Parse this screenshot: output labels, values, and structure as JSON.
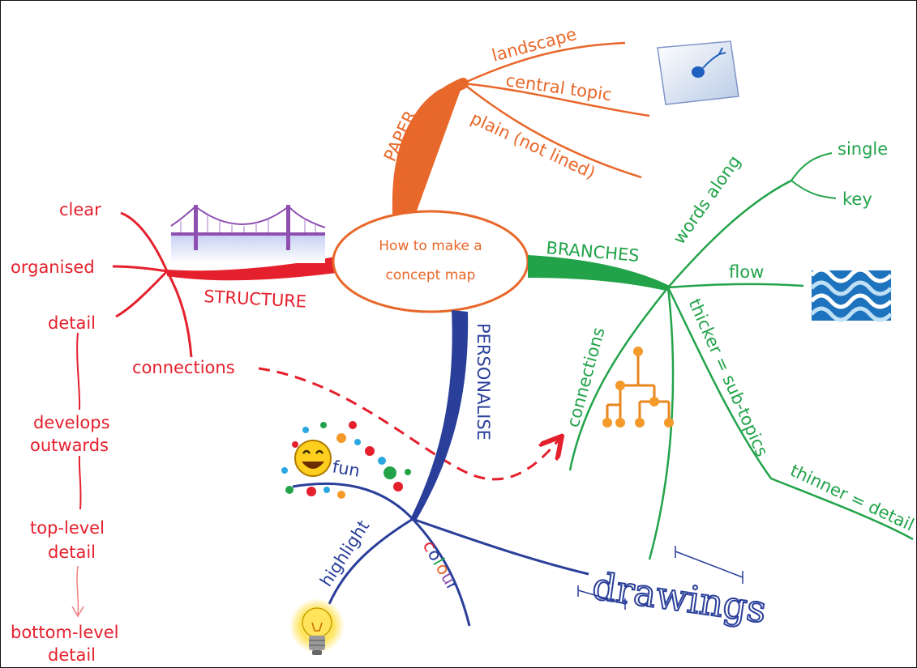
{
  "center": {
    "line1": "How to make a",
    "line2": "concept map"
  },
  "branches": {
    "paper": {
      "label": "PAPER",
      "children": [
        "landscape",
        "central topic",
        "plain (not lined)"
      ],
      "color": "#e8672a"
    },
    "structure": {
      "label": "STRUCTURE",
      "children": [
        "clear",
        "organised",
        "detail",
        "connections"
      ],
      "detail_chain": [
        "develops",
        "outwards",
        "top-level",
        "detail",
        "bottom-level",
        "detail"
      ],
      "color": "#e5202d"
    },
    "branches": {
      "label": "BRANCHES",
      "children": [
        "words along",
        "flow",
        "thicker = sub-topics",
        "connections"
      ],
      "words_along_children": [
        "single",
        "key"
      ],
      "thicker_child": "thinner = detail",
      "color": "#22a34a"
    },
    "personalise": {
      "label": "PERSONALISE",
      "children": [
        "fun",
        "highlight",
        "colour",
        "drawings"
      ],
      "color": "#2a3f9a"
    }
  },
  "icons": [
    "bridge-icon",
    "sperm-card-icon",
    "waves-icon",
    "hierarchy-icon",
    "smiley-icon",
    "lightbulb-icon"
  ]
}
